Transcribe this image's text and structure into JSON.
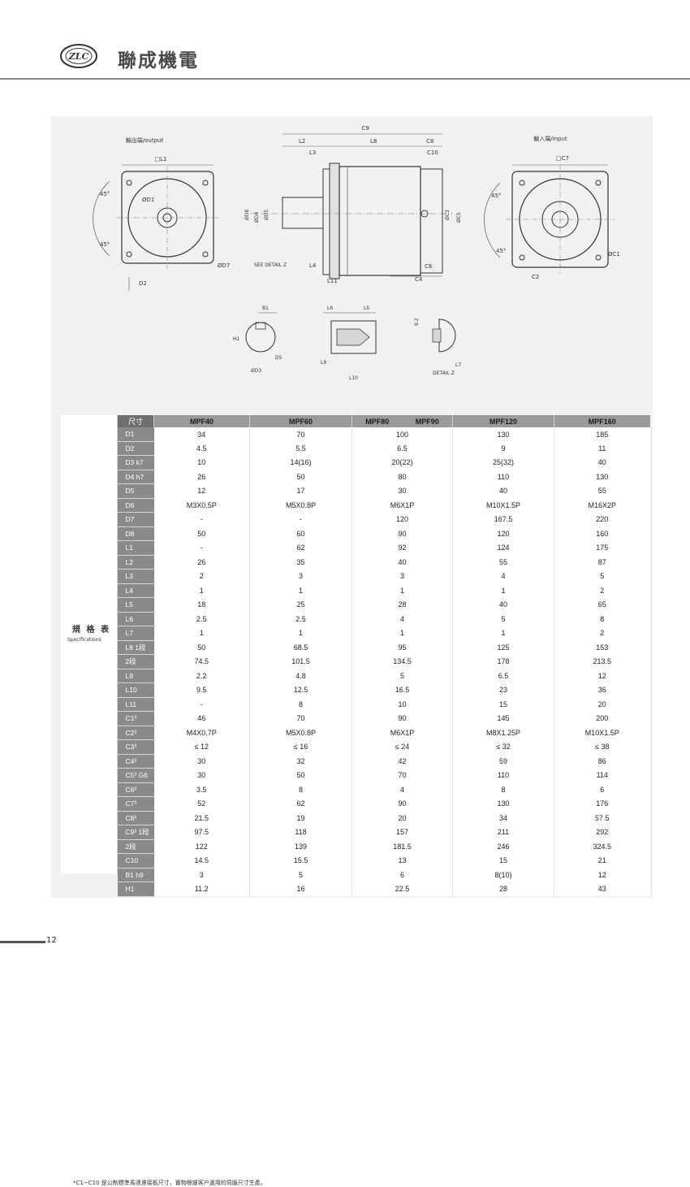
{
  "header": {
    "brand": "聯成機電",
    "logo_text": "ZLC"
  },
  "drawings": {
    "output_title": "輸出端/output",
    "input_title": "輸入端/input",
    "see_detail": "SEE DETAIL Z",
    "detail_z": "DETAIL Z",
    "dims_main": [
      "C9",
      "L2",
      "L8",
      "C8",
      "L3",
      "C10",
      "L4",
      "L11",
      "C6",
      "C4",
      "ØD8",
      "ØD4",
      "ØD5",
      "ØC3",
      "ØC5"
    ],
    "dims_output": [
      "□L1",
      "ØD1",
      "ØD7",
      "D2",
      "45°",
      "45°"
    ],
    "dims_input": [
      "□C7",
      "ØC1",
      "C2",
      "45°",
      "45°"
    ],
    "dims_details": [
      "B1",
      "H1",
      "D5",
      "ØD3",
      "L6",
      "L5",
      "L9",
      "L10",
      "L7",
      "9.2"
    ]
  },
  "spec": {
    "side_cn": "規 格 表",
    "side_en": "Specifications",
    "header_label": "尺寸",
    "models": [
      "MPF40",
      "MPF60",
      "MPF80",
      "MPF90",
      "MPF120",
      "MPF160"
    ],
    "rows": [
      {
        "label": "D1",
        "values": [
          "34",
          "70",
          "100",
          "130",
          "185"
        ]
      },
      {
        "label": "D2",
        "values": [
          "4.5",
          "5.5",
          "6.5",
          "9",
          "11"
        ]
      },
      {
        "label": "D3 k7",
        "values": [
          "10",
          "14(16)",
          "20(22)",
          "25(32)",
          "40"
        ]
      },
      {
        "label": "D4 h7",
        "values": [
          "26",
          "50",
          "80",
          "110",
          "130"
        ]
      },
      {
        "label": "D5",
        "values": [
          "12",
          "17",
          "30",
          "40",
          "55"
        ]
      },
      {
        "label": "D6",
        "values": [
          "M3X0.5P",
          "M5X0.8P",
          "M6X1P",
          "M10X1.5P",
          "M16X2P"
        ]
      },
      {
        "label": "D7",
        "values": [
          "-",
          "-",
          "120",
          "167.5",
          "220"
        ]
      },
      {
        "label": "D8",
        "values": [
          "50",
          "60",
          "90",
          "120",
          "160"
        ]
      },
      {
        "label": "L1",
        "values": [
          "-",
          "62",
          "92",
          "124",
          "175"
        ]
      },
      {
        "label": "L2",
        "values": [
          "26",
          "35",
          "40",
          "55",
          "87"
        ]
      },
      {
        "label": "L3",
        "values": [
          "2",
          "3",
          "3",
          "4",
          "5"
        ]
      },
      {
        "label": "L4",
        "values": [
          "1",
          "1",
          "1",
          "1",
          "2"
        ]
      },
      {
        "label": "L5",
        "values": [
          "18",
          "25",
          "28",
          "40",
          "65"
        ]
      },
      {
        "label": "L6",
        "values": [
          "2.5",
          "2.5",
          "4",
          "5",
          "8"
        ]
      },
      {
        "label": "L7",
        "values": [
          "1",
          "1",
          "1",
          "1",
          "2"
        ]
      },
      {
        "label": "L8 1段",
        "values": [
          "50",
          "68.5",
          "95",
          "125",
          "153"
        ]
      },
      {
        "label": "2段",
        "values": [
          "74.5",
          "101.5",
          "134.5",
          "178",
          "213.5"
        ]
      },
      {
        "label": "L9",
        "values": [
          "2.2",
          "4.8",
          "5",
          "6.5",
          "12"
        ]
      },
      {
        "label": "L10",
        "values": [
          "9.5",
          "12.5",
          "16.5",
          "23",
          "36"
        ]
      },
      {
        "label": "L11",
        "values": [
          "-",
          "8",
          "10",
          "15",
          "20"
        ]
      },
      {
        "label": "C1³",
        "values": [
          "46",
          "70",
          "90",
          "145",
          "200"
        ]
      },
      {
        "label": "C2³",
        "values": [
          "M4X0.7P",
          "M5X0.8P",
          "M6X1P",
          "M8X1.25P",
          "M10X1.5P"
        ]
      },
      {
        "label": "C3³",
        "values": [
          "≤ 12",
          "≤ 16",
          "≤ 24",
          "≤ 32",
          "≤ 38"
        ]
      },
      {
        "label": "C4³",
        "values": [
          "30",
          "32",
          "42",
          "59",
          "86"
        ]
      },
      {
        "label": "C5³ G6",
        "values": [
          "30",
          "50",
          "70",
          "110",
          "114"
        ]
      },
      {
        "label": "C6³",
        "values": [
          "3.5",
          "8",
          "4",
          "8",
          "6"
        ]
      },
      {
        "label": "C7³",
        "values": [
          "52",
          "62",
          "90",
          "130",
          "176"
        ]
      },
      {
        "label": "C8³",
        "values": [
          "21.5",
          "19",
          "20",
          "34",
          "57.5"
        ]
      },
      {
        "label": "C9³ 1段",
        "values": [
          "97.5",
          "118",
          "157",
          "211",
          "292"
        ]
      },
      {
        "label": "2段",
        "values": [
          "122",
          "139",
          "181.5",
          "246",
          "324.5"
        ]
      },
      {
        "label": "C10",
        "values": [
          "14.5",
          "15.5",
          "13",
          "15",
          "21"
        ]
      },
      {
        "label": "B1 h9",
        "values": [
          "3",
          "5",
          "6",
          "8(10)",
          "12"
        ]
      },
      {
        "label": "H1",
        "values": [
          "11.2",
          "16",
          "22.5",
          "28",
          "43"
        ]
      }
    ],
    "note": "*C1~C10 是公制標準馬達連接板尺寸，實物根據客户選用的伺服尺寸生產。"
  },
  "footer": {
    "page_number": "12"
  }
}
